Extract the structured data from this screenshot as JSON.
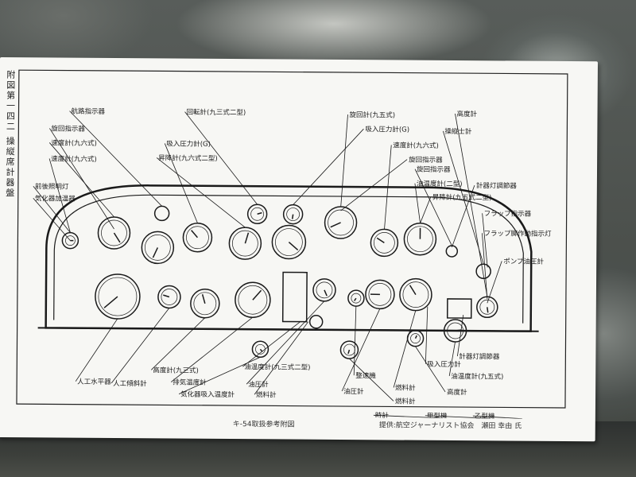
{
  "placard": {
    "vertical_title": "附図第一四二 操縦席計器盤",
    "caption_left": "キ-54取扱参考附図",
    "caption_right": "提供:航空ジャーナリスト協会　瀬田 幸由 氏"
  },
  "labels_top": [
    "旋回計(九五式)",
    "吸入圧力計(G)",
    "航路指示器",
    "回転計(九三式二型)",
    "速度計(九六式)",
    "旋回指示器",
    "速度計(九六式)",
    "油温度計(二型)",
    "吸入圧力計(G)",
    "昇降計(九六式二型)",
    "旋回指示器",
    "昇降計(九五式二型)",
    "操縦士計",
    "高度計"
  ],
  "labels_left": [
    "旋回指示器",
    "速度計(九六式)",
    "前後照明灯",
    "気化器加温器"
  ],
  "labels_right": [
    "計器灯調節器",
    "フラップ指示器",
    "フラップ脚作動指示灯",
    "ポンプ油圧計"
  ],
  "labels_bottom": [
    "人工水平器",
    "人工傾斜計",
    "高度計(九三式)",
    "排気温度計",
    "気化器吸入温度計",
    "油圧計",
    "油温度計(九三式二型)",
    "燃料計",
    "整速機",
    "油圧計",
    "燃料計",
    "吸入圧力計",
    "油温度計(九五式)",
    "計器灯調節器",
    "高度計",
    "燃料計",
    "時計",
    "甲型機",
    "乙型機"
  ]
}
